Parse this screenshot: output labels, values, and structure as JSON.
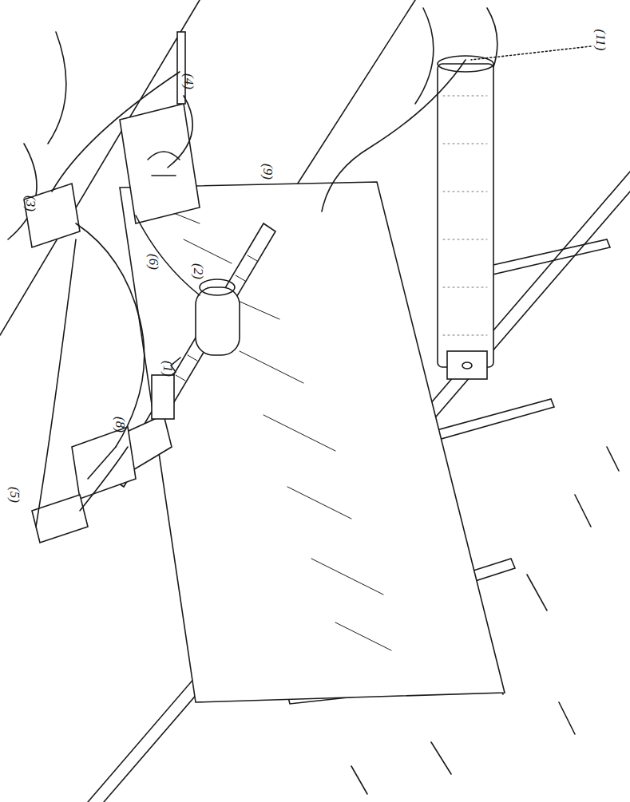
{
  "diagram": {
    "labels": [
      "(11)",
      "(9)",
      "(4)",
      "(6)",
      "(2)",
      "(3)",
      "(1)",
      "(8)",
      "(5)"
    ]
  }
}
